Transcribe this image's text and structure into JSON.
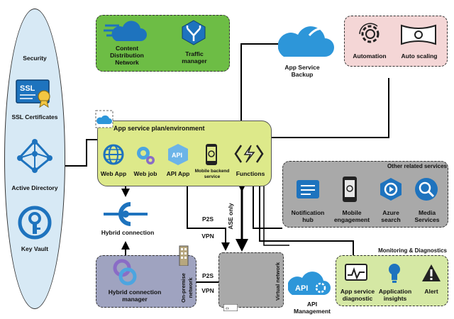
{
  "security_panel": {
    "title": "Security",
    "ssl": "SSL Certificates",
    "ad": "Active Directory",
    "kv": "Key Vault"
  },
  "cdn_box": {
    "cdn": "Content Distribution Network",
    "traffic": "Traffic manager"
  },
  "backup": "App Service Backup",
  "automation_box": {
    "automation": "Automation",
    "autoscaling": "Auto scaling"
  },
  "plan": {
    "title": "App service plan/environment",
    "items": [
      "Web App",
      "Web job",
      "API App",
      "Mobile backend service",
      "Functions"
    ],
    "api_badge": "API"
  },
  "other_services": {
    "title": "Other related services",
    "items": [
      "Notification hub",
      "Mobile engagement",
      "Azure search",
      "Media Services"
    ]
  },
  "hybrid_connection": "Hybrid connection",
  "hybrid_manager": "Hybrid connection manager",
  "onprem": "On-premise network",
  "vnet": "Virtual network",
  "p2s_1": "P2S",
  "vpn_1": "VPN",
  "p2s_2": "P2S",
  "vpn_2": "VPN",
  "ase_only": "ASE only",
  "api_mgmt": {
    "label": "API Management",
    "badge": "API"
  },
  "monitoring": {
    "title": "Monitoring & Diagnostics",
    "items": [
      "App service diagnostic",
      "Application insights",
      "Alert"
    ]
  },
  "colors": {
    "green_fill": "#6dbd45",
    "pink_fill": "#f4d6d6",
    "yellow_fill": "#dde98a",
    "gray_fill": "#a9a9a9",
    "navy_fill": "#9fa3c0",
    "light_green": "#d5e8a4",
    "blue_panel": "#d7e9f5",
    "icon_blue": "#1e73be"
  }
}
